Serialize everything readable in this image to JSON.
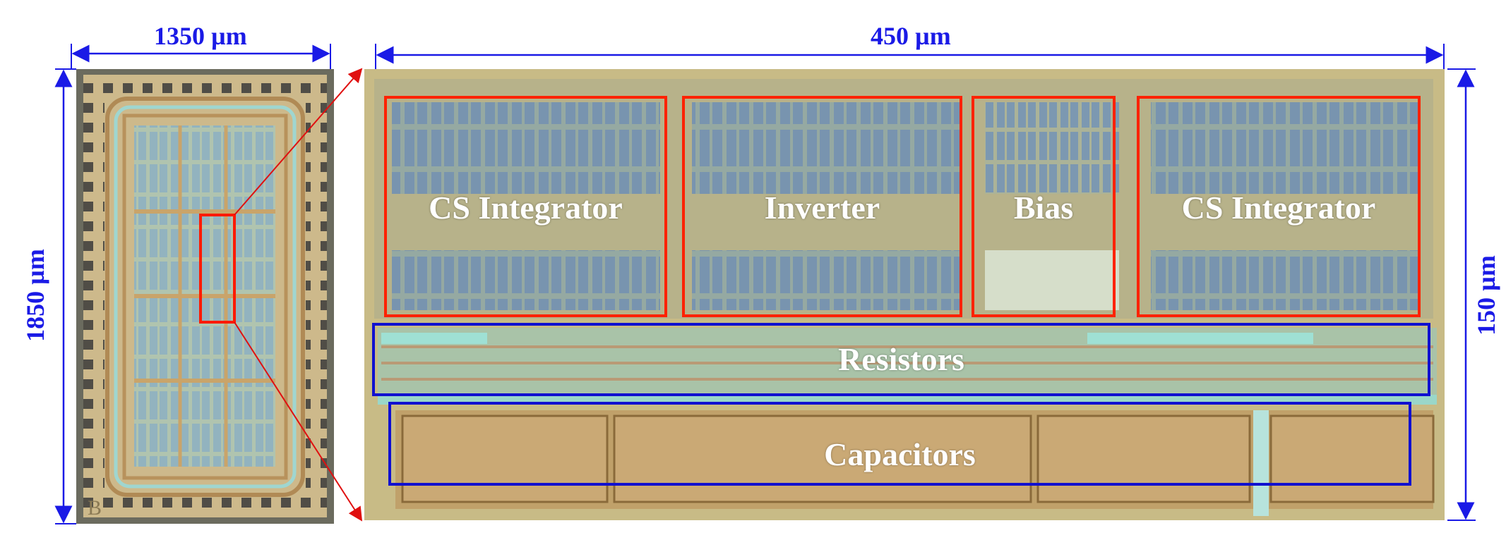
{
  "dimensions": {
    "chip_width": "1350 µm",
    "chip_height": "1850 µm",
    "zoom_width": "450 µm",
    "zoom_height": "150 µm"
  },
  "blocks": {
    "cs_integrator_left": "CS Integrator",
    "inverter": "Inverter",
    "bias": "Bias",
    "cs_integrator_right": "CS Integrator",
    "resistors": "Resistors",
    "capacitors": "Capacitors"
  },
  "colors": {
    "dimension": "#1a1ae6",
    "highlight_red": "#ff2200",
    "highlight_blue": "#1010d0",
    "die_background": "#c9b98a"
  }
}
